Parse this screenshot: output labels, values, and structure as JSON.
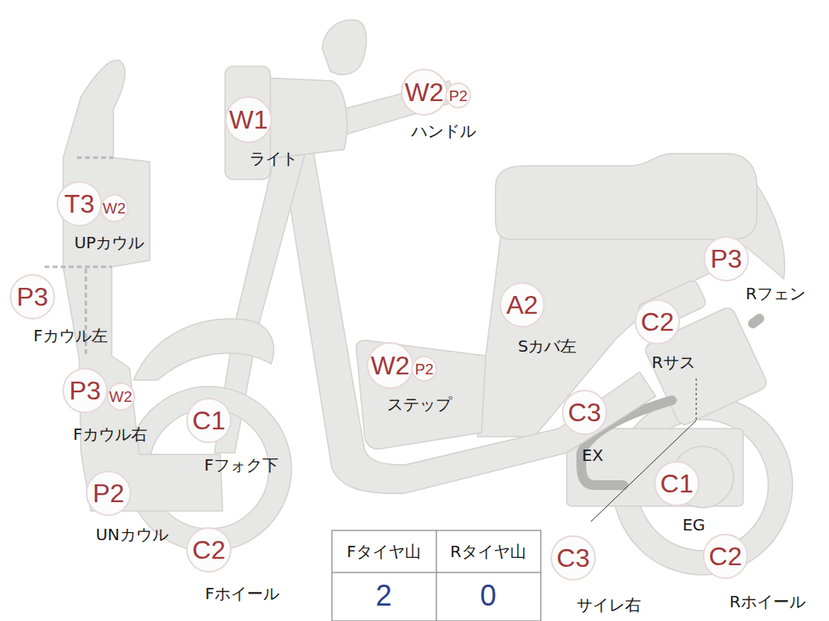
{
  "diagram": {
    "nodes": [
      {
        "text": [
          "W1"
        ]
      },
      {
        "text": [
          "W2"
        ]
      },
      {
        "text": [
          "P2"
        ]
      },
      {
        "text": [
          "T3"
        ]
      },
      {
        "text": [
          "W2"
        ]
      },
      {
        "text": [
          "P3"
        ]
      },
      {
        "text": [
          "P3"
        ]
      },
      {
        "text": [
          "A2"
        ]
      },
      {
        "text": [
          "C2"
        ]
      },
      {
        "text": [
          "W2"
        ]
      },
      {
        "text": [
          "P2"
        ]
      },
      {
        "text": [
          "P3"
        ]
      },
      {
        "text": [
          "W2"
        ]
      },
      {
        "text": [
          "C1"
        ]
      },
      {
        "text": [
          "C3"
        ]
      },
      {
        "text": [
          "C1"
        ]
      },
      {
        "text": [
          "P2"
        ]
      },
      {
        "text": [
          "C2"
        ]
      },
      {
        "text": [
          "C3"
        ]
      },
      {
        "text": [
          "C2"
        ]
      }
    ],
    "labels": [
      "ライト",
      "ハンドル",
      "UPカウル",
      "Fカウル左",
      "Rフェン",
      "Sカバ左",
      "Rサス",
      "ステップ",
      "Fカウル右",
      "Fフォク下",
      "EX",
      "EG",
      "UNカウル",
      "Fホイール",
      "サイレ右",
      "Rホイール",
      "Fタイヤ山",
      "Rタイヤ山",
      "2",
      "0"
    ]
  }
}
